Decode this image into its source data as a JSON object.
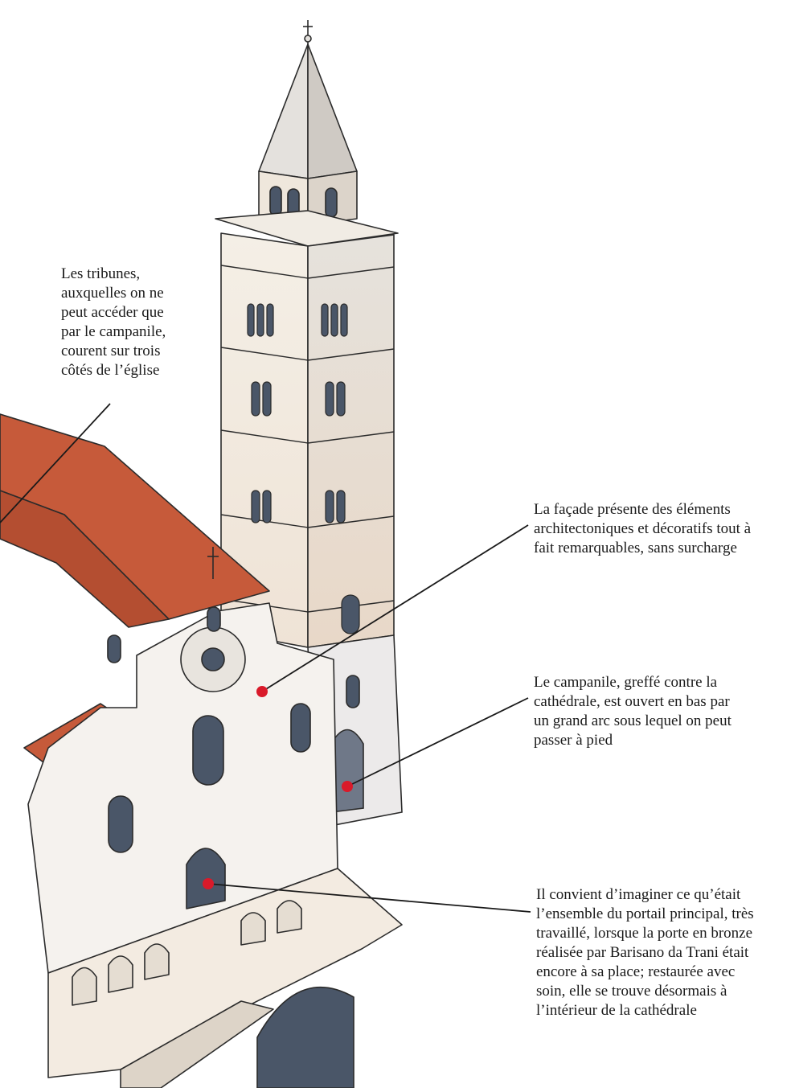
{
  "colors": {
    "marker": "#d91a2a",
    "roof": "#c65a3a",
    "stone": "#f3ece2",
    "shadow": "#d8d4d0",
    "window": "#4a5668",
    "ink": "#2b2b2b"
  },
  "annotations": {
    "tribunes": "Les tribunes,\nauxquelles on ne\npeut accéder que\npar le campanile,\ncourent sur trois\ncôtés de l’église",
    "facade": "La façade présente des éléments\narchitectoniques et décoratifs tout à\nfait remarquables, sans surcharge",
    "campanile": "Le campanile, greffé contre la\ncathédrale, est ouvert en bas par\nun grand arc sous lequel on peut\npasser à pied",
    "portail": "Il convient d’imaginer ce qu’était\nl’ensemble du portail principal, très\ntravaillé, lorsque la porte en bronze\nréalisée par Barisano da Trani était\nencore à sa place; restaurée avec\nsoin, elle se trouve désormais à\nl’intérieur de la cathédrale"
  }
}
